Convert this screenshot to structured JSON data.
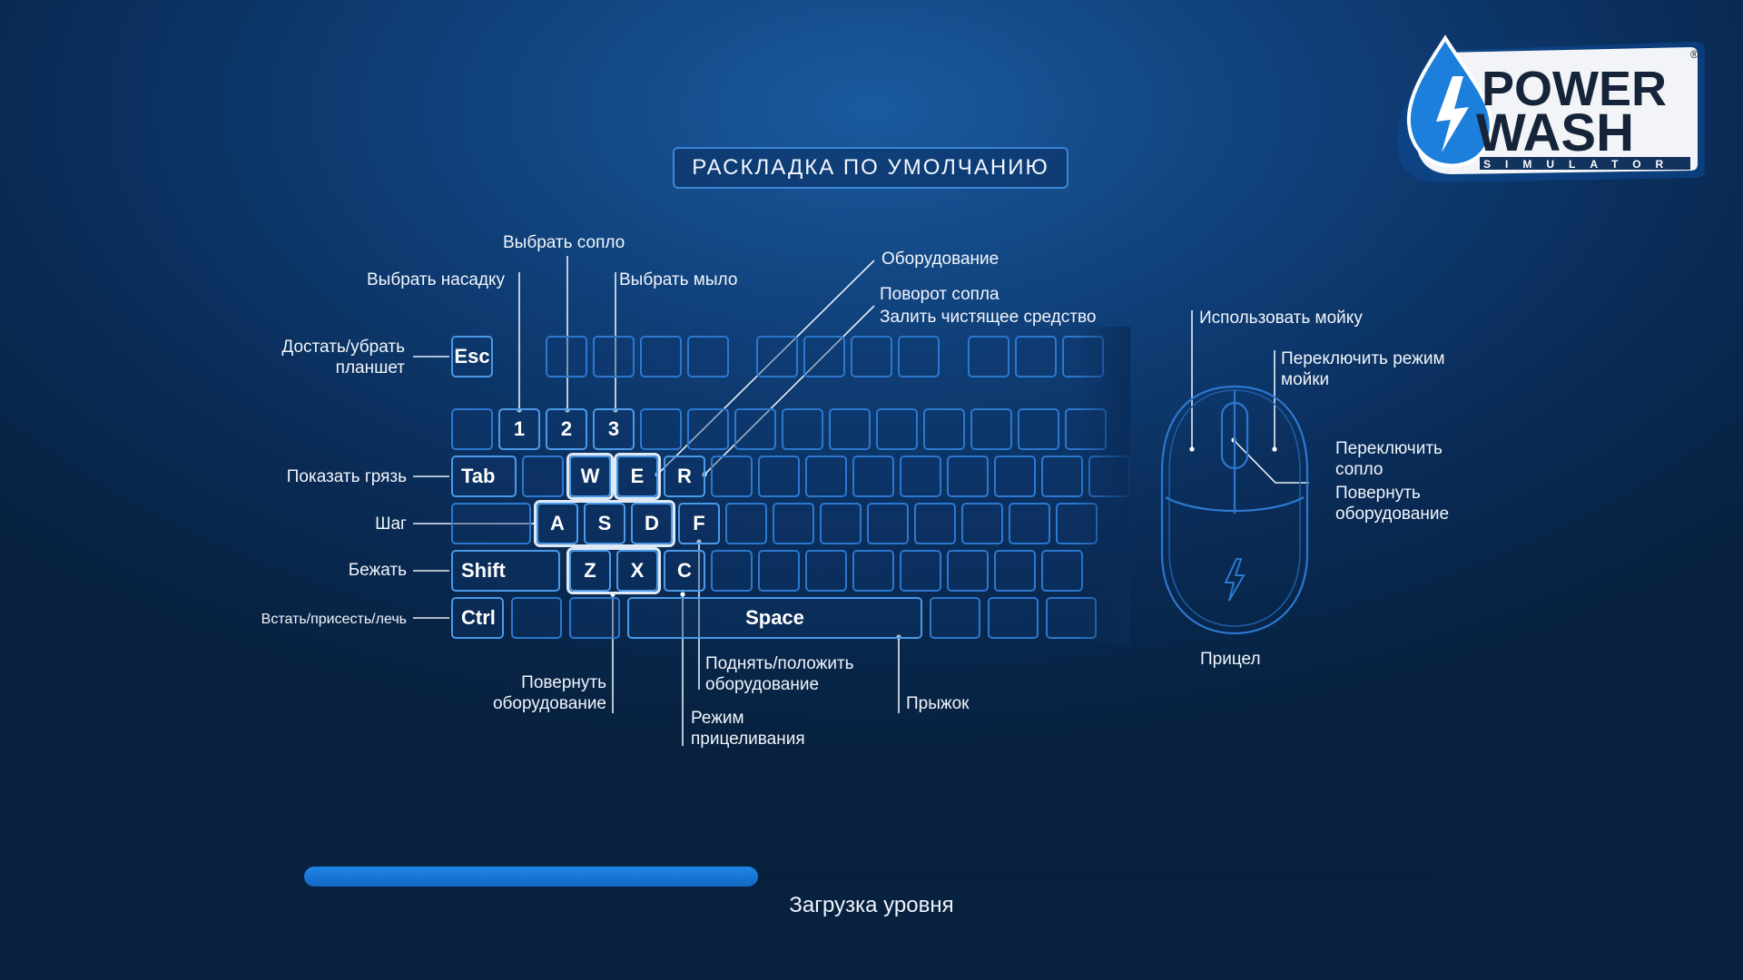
{
  "title": "РАСКЛАДКА ПО УМОЛЧАНИЮ",
  "logo": {
    "line1": "POWER",
    "line2": "WASH",
    "line3": "SIMULATOR",
    "registered": "®"
  },
  "keys": {
    "esc": "Esc",
    "one": "1",
    "two": "2",
    "three": "3",
    "tab": "Tab",
    "w": "W",
    "e": "E",
    "r": "R",
    "a": "A",
    "s": "S",
    "d": "D",
    "f": "F",
    "shift": "Shift",
    "z": "Z",
    "x": "X",
    "c": "C",
    "ctrl": "Ctrl",
    "space": "Space"
  },
  "labels": {
    "select_nozzle": "Выбрать сопло",
    "select_tip": "Выбрать насадку",
    "select_soap": "Выбрать мыло",
    "equipment": "Оборудование",
    "rotate_nozzle": "Поворот сопла",
    "fill_cleaner": "Залить чистящее средство",
    "tablet_line1": "Достать/убрать",
    "tablet_line2": "планшет",
    "show_dirt": "Показать грязь",
    "walk": "Шаг",
    "run": "Бежать",
    "stance": "Встать/присесть/лечь",
    "rotate_equipment_line1": "Повернуть",
    "rotate_equipment_line2": "оборудование",
    "pickup_line1": "Поднять/положить",
    "pickup_line2": "оборудование",
    "aim_mode_line1": "Режим",
    "aim_mode_line2": "прицеливания",
    "jump": "Прыжок",
    "use_washer": "Использовать мойку",
    "switch_mode_line1": "Переключить режим",
    "switch_mode_line2": "мойки",
    "switch_nozzle_line1": "Переключить",
    "switch_nozzle_line2": "сопло",
    "mouse_rotate_line1": "Повернуть",
    "mouse_rotate_line2": "оборудование",
    "aim": "Прицел"
  },
  "progress": {
    "fraction": 0.4,
    "label": "Загрузка уровня"
  },
  "colors": {
    "accent": "#1f86e6",
    "key_border": "#2c78cf",
    "background": "#0f3f78"
  }
}
